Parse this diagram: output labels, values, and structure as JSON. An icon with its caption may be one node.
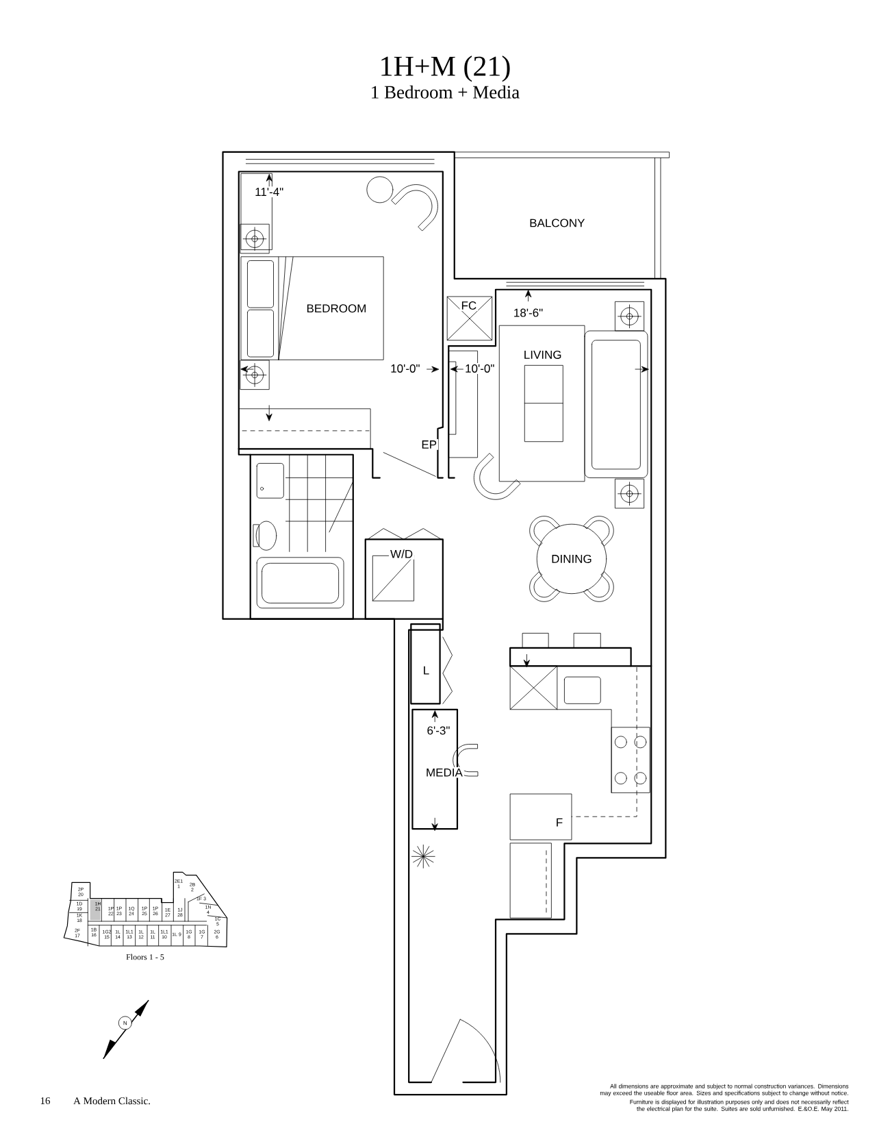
{
  "diagram": {
    "title": "1H+M (21)",
    "labels": [
      "1 Bedroom + Media",
      "BALCONY",
      "11'-4\"",
      "BEDROOM",
      "FC",
      "18'-6\"",
      "LIVING",
      "10'-0\"",
      "10'-0\"",
      "EP",
      "W/D",
      "DINING",
      "L",
      "6'-3\"",
      "MEDIA",
      "F",
      "2P 20",
      "1D 19",
      "1H 21",
      "1P 22",
      "1P 23",
      "1Q 24",
      "1P 25",
      "1P 26",
      "1E 27",
      "1J 28",
      "2E1 1",
      "2B 2",
      "1F 3",
      "1N 4",
      "1C 5",
      "2G 6",
      "1G 7",
      "1G 8",
      "1L 9",
      "1L1 10",
      "1L 11",
      "1L 12",
      "1L1 13",
      "1L 14",
      "1G2 15",
      "1B 16",
      "2F 17",
      "1K 18",
      "Floors 1 - 5",
      "N",
      "16",
      "A Modern Classic.",
      "All dimensions are approximate and subject to normal construction variances. Dimensions may exceed the useable floor area. Sizes and specifications subject to change without notice.",
      "Furniture is displayed for illustration purposes only and does not necessarily reflect the electrical plan for the suite. Suites are sold unfurnished. E.&O.E. May 2011."
    ]
  }
}
